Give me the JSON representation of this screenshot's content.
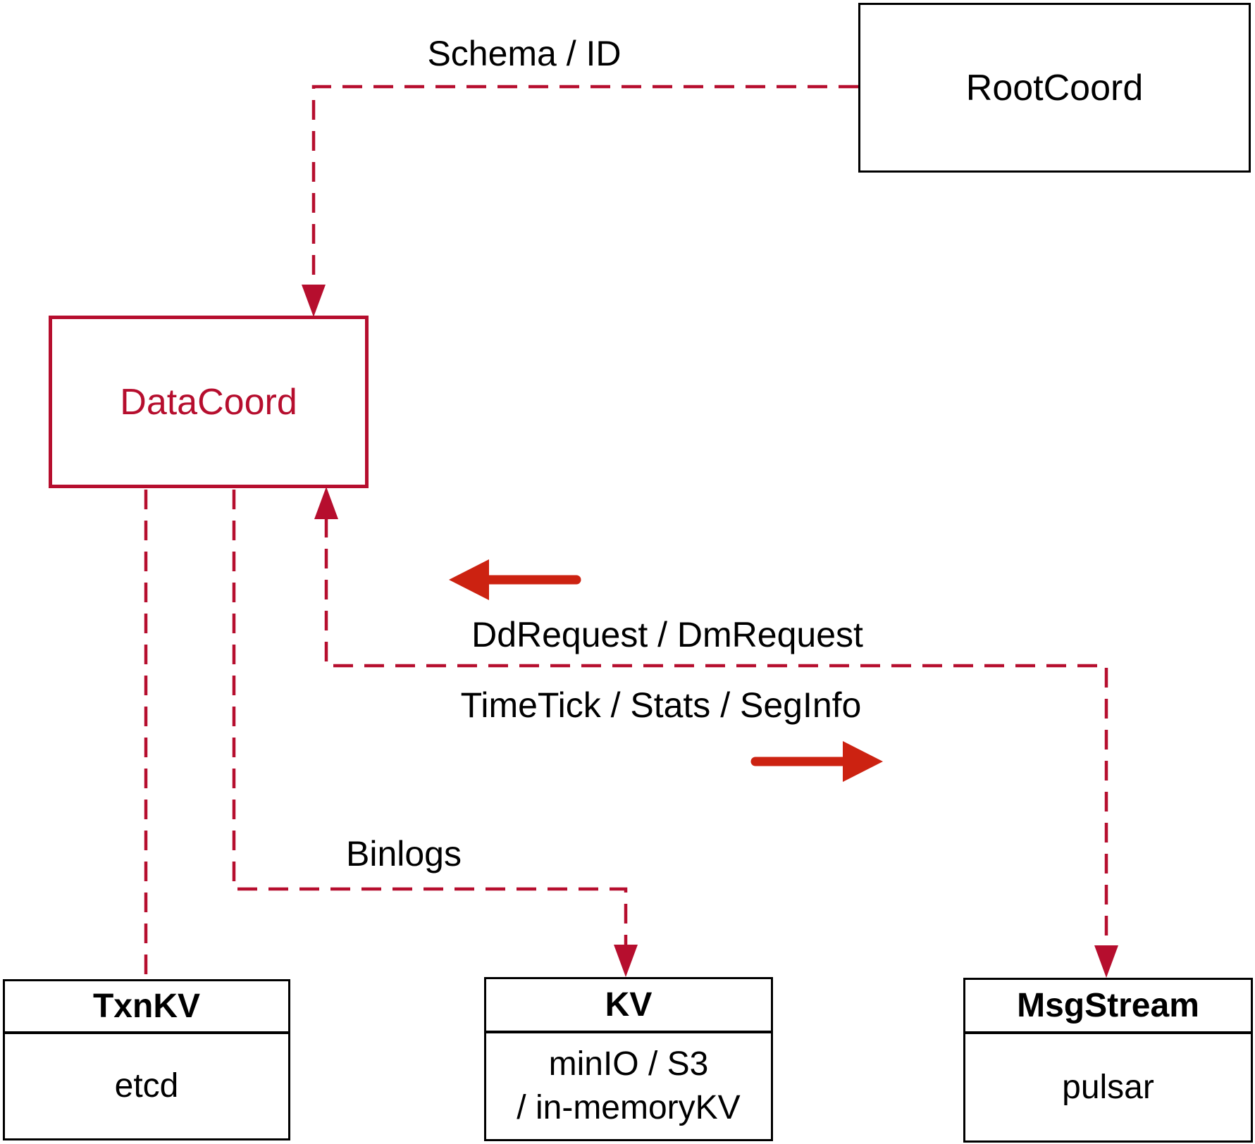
{
  "diagram": {
    "colors": {
      "dashed_red": "#B60E2E",
      "solid_arrow_red": "#CC2211",
      "box_border": "#000000",
      "background": "#ffffff"
    },
    "nodes": {
      "rootcoord": {
        "label": "RootCoord"
      },
      "datacoord": {
        "label": "DataCoord"
      },
      "txnkv": {
        "title": "TxnKV",
        "body": "etcd"
      },
      "kv": {
        "title": "KV",
        "body_line1": "minIO / S3",
        "body_line2": "/ in-memoryKV"
      },
      "msgstream": {
        "title": "MsgStream",
        "body": "pulsar"
      }
    },
    "edge_labels": {
      "schema_id": "Schema / ID",
      "dd_request": "DdRequest / DmRequest",
      "timetick": "TimeTick / Stats / SegInfo",
      "binlogs": "Binlogs"
    }
  }
}
